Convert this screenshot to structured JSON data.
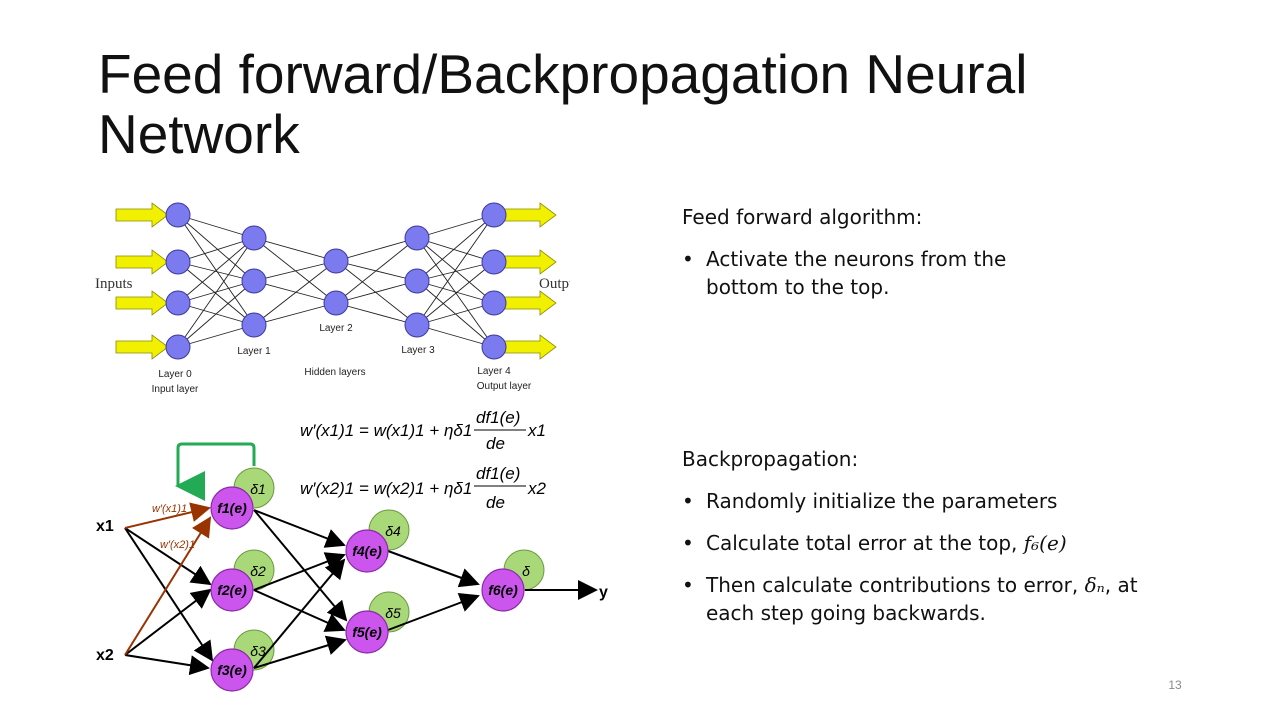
{
  "slide": {
    "title": "Feed forward/Backpropagation Neural Network",
    "page_number": "13"
  },
  "right_panel": {
    "feed_forward": {
      "heading": "Feed forward algorithm:",
      "bullets": [
        "Activate the neurons from the bottom to the top."
      ]
    },
    "backprop": {
      "heading": "Backpropagation:",
      "bullet1": "Randomly initialize the parameters",
      "bullet2_text": "Calculate total error at the top, ",
      "bullet2_math": "f₆(e)",
      "bullet3_pre": "Then calculate contributions to error, ",
      "bullet3_math": "δₙ",
      "bullet3_post": ", at each step going backwards."
    }
  },
  "nn_diagram": {
    "inputs_label": "Inputs",
    "outputs_label": "Outputs",
    "layer0": "Layer 0",
    "input_layer": "Input layer",
    "layer1": "Layer 1",
    "layer2": "Layer 2",
    "hidden_layers": "Hidden layers",
    "layer3": "Layer 3",
    "layer4": "Layer 4",
    "output_layer": "Output layer",
    "neuron_color": "#7b7bef",
    "arrow_color": "#f0f000"
  },
  "formulas": {
    "f1_lhs": "w′(x1)1 = w(x1)1 + ηδ1",
    "f1_num": "df1(e)",
    "f1_den": "de",
    "f1_x": "x1",
    "f2_lhs": "w′(x2)1 = w(x2)1 + ηδ1",
    "f2_num": "df1(e)",
    "f2_den": "de",
    "f2_x": "x2"
  },
  "bp_diagram": {
    "x1": "x1",
    "x2": "x2",
    "y": "y",
    "w1": "w′(x1)1",
    "w2": "w′(x2)1",
    "f1": "f1(e)",
    "f2": "f2(e)",
    "f3": "f3(e)",
    "f4": "f4(e)",
    "f5": "f5(e)",
    "f6": "f6(e)",
    "d1": "δ1",
    "d2": "δ2",
    "d3": "δ3",
    "d4": "δ4",
    "d5": "δ5",
    "d6": "δ",
    "neuron_color": "#cc55ee",
    "delta_color": "#a8d878",
    "weight_arrow_color": "#993300",
    "feedback_arrow_color": "#22aa55"
  }
}
